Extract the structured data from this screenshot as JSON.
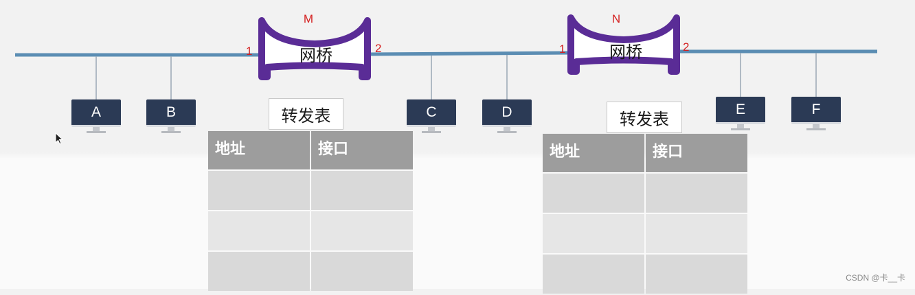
{
  "bridges": [
    {
      "id": "M",
      "label": "M",
      "text": "网桥",
      "port1": "1",
      "port2": "2"
    },
    {
      "id": "N",
      "label": "N",
      "text": "网桥",
      "port1": "1",
      "port2": "2"
    }
  ],
  "hosts": [
    "A",
    "B",
    "C",
    "D",
    "E",
    "F"
  ],
  "tables": [
    {
      "title": "转发表",
      "headers": [
        "地址",
        "接口"
      ]
    },
    {
      "title": "转发表",
      "headers": [
        "地址",
        "接口"
      ]
    }
  ],
  "watermark": "CSDN @卡__卡",
  "colors": {
    "bus": "#5b8db3",
    "bridge": "#5a2c96",
    "host_screen": "#2b3a55",
    "port_label": "#d42020",
    "table_header": "#9d9d9d",
    "table_cell": "#d9d9d9"
  }
}
